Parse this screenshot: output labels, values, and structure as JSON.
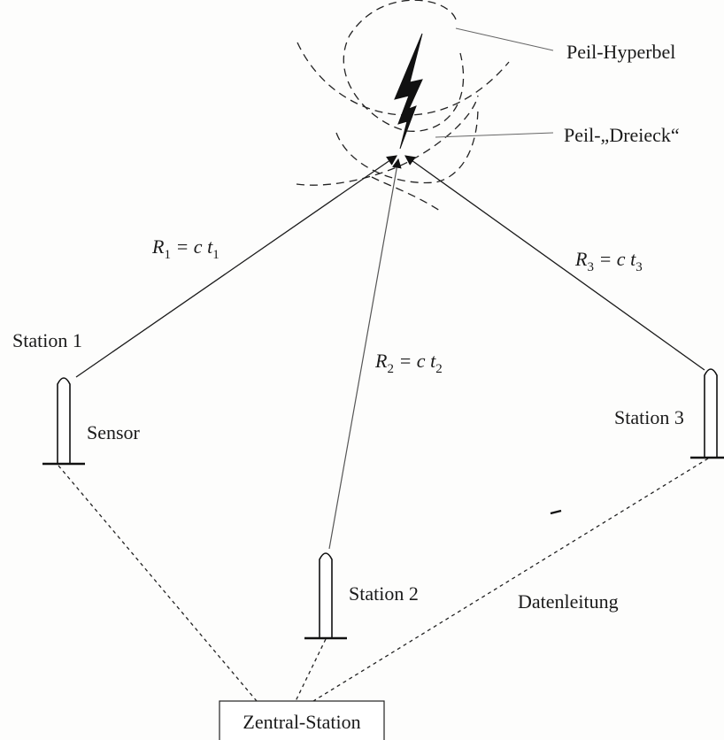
{
  "labels": {
    "hyperbel": "Peil-Hyperbel",
    "dreieck": "Peil-„Dreieck“",
    "station1": "Station 1",
    "sensor": "Sensor",
    "station2": "Station 2",
    "station3": "Station 3",
    "datenleitung": "Datenleitung",
    "zentral": "Zentral-Station"
  },
  "formulas": {
    "r1": {
      "var": "R",
      "idx": "1",
      "eq": " = c t",
      "tidx": "1"
    },
    "r2": {
      "var": "R",
      "idx": "2",
      "eq": " = c t",
      "tidx": "2"
    },
    "r3": {
      "var": "R",
      "idx": "3",
      "eq": " = c t",
      "tidx": "3"
    }
  }
}
